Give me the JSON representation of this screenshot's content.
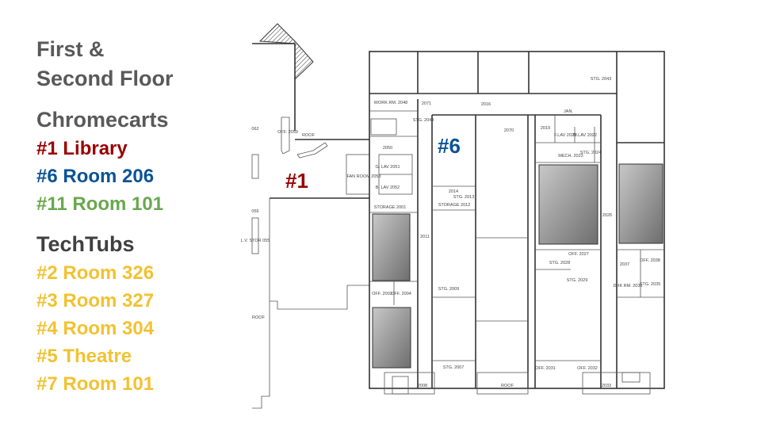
{
  "title": {
    "line1": "First &",
    "line2": "Second Floor"
  },
  "chromecarts": {
    "heading": "Chromecarts",
    "items": [
      {
        "label": "#1 Library",
        "color": "#990000"
      },
      {
        "label": "#6 Room 206",
        "color": "#0b5394"
      },
      {
        "label": "#11 Room 101",
        "color": "#6aa84f"
      }
    ]
  },
  "techtubs": {
    "heading": "TechTubs",
    "items": [
      {
        "label": "#2 Room 326",
        "color": "#f1c232"
      },
      {
        "label": "#3 Room 327",
        "color": "#f1c232"
      },
      {
        "label": "#4 Room 304",
        "color": "#f1c232"
      },
      {
        "label": "#5 Theatre",
        "color": "#f1c232"
      },
      {
        "label": "#7 Room 101",
        "color": "#f1c232"
      }
    ]
  },
  "map": {
    "markers": {
      "m1": "#1",
      "m6": "#6"
    },
    "rooms": {
      "r062": "062",
      "r2059": "OFF. 2059",
      "roofA": "ROOF",
      "r2048": "WORK RM. 2048",
      "r2071": "2071",
      "r2016": "2016",
      "r2049": "STG. 2049",
      "r2043": "STG. 2043",
      "r2070": "2070",
      "r2019": "2019",
      "jan": "JAN.",
      "r2021": "F.LAV 2021",
      "r2022": "M.LAV 2022",
      "r2024": "STG. 2024",
      "r2023": "MECH. 2023",
      "r2050": "2050",
      "r2051": "G. LAV 2051",
      "r2052": "B. LAV 2052",
      "r2053": "FAN ROOM 2053",
      "r2014": "2014",
      "r2013": "STG. 2013",
      "r2012": "STORAGE 2012",
      "r2001": "STORAGE 2001",
      "r2011": "2011",
      "r2026": "2026",
      "r2027": "OFF. 2027",
      "r2028": "STG. 2028",
      "r2029": "STG. 2029",
      "r2037": "2037",
      "r2038": "OFF. 2038",
      "r2036": "DRK RM. 2036",
      "r2035": "STG. 2035",
      "r2003": "OFF. 2003",
      "r2004": "OFF. 2004",
      "r2009": "STG. 2009",
      "r2007": "STG. 2007",
      "r2031": "OFF. 2031",
      "r2032": "OFF. 2032",
      "r2008": "2008",
      "roofB": "ROOF",
      "r2033": "2033",
      "roofC": "ROOF",
      "r056": "056",
      "r055": "L.V. STOR 055"
    }
  }
}
